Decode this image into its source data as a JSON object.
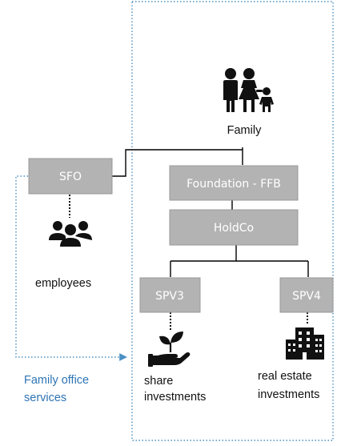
{
  "colors": {
    "box_fill": "#b3b3b3",
    "box_stroke": "#9a9a9a",
    "box_text": "#ffffff",
    "frame_dotted": "#4a90c4",
    "services_text": "#2e74b5",
    "icon": "#111111",
    "line": "#000000"
  },
  "nodes": {
    "family": {
      "label": "Family",
      "icon": "family-icon"
    },
    "sfo": {
      "label": "SFO"
    },
    "foundation": {
      "label": "Foundation - FFB"
    },
    "holdco": {
      "label": "HoldCo"
    },
    "spv3": {
      "label": "SPV3"
    },
    "spv4": {
      "label": "SPV4"
    },
    "employees": {
      "label": "employees",
      "icon": "employees-icon"
    },
    "share_investments": {
      "line1": "share",
      "line2": "investments",
      "icon": "plant-hand-icon"
    },
    "real_estate": {
      "line1": "real estate",
      "line2": "investments",
      "icon": "buildings-icon"
    }
  },
  "services": {
    "line1": "Family office",
    "line2": "services"
  }
}
